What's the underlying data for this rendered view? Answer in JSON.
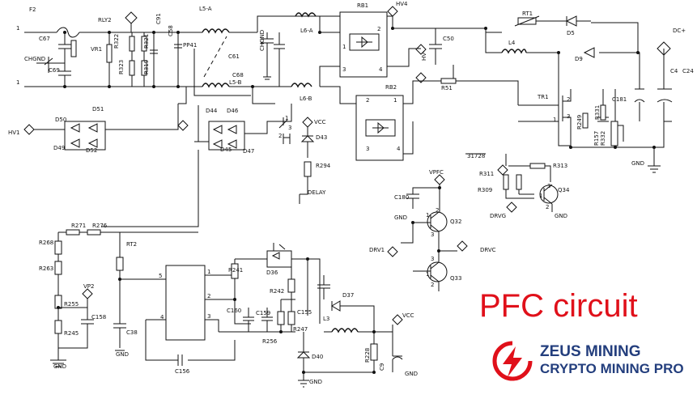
{
  "caption": "PFC circuit",
  "logo": {
    "line1": "ZEUS MINING",
    "line2": "CRYPTO MINING PRO"
  },
  "labels": {
    "F2": "F2",
    "one_top": "1",
    "one_bottom": "1",
    "C67": "C67",
    "CHGND": "CHGND",
    "C69": "C69",
    "VR1": "VR1",
    "RLY2": "RLY2",
    "R322": "R322",
    "R321": "R321",
    "R323": "R323",
    "R319": "R319",
    "C91": "C91",
    "C58": "C58",
    "PP41": "PP41",
    "L5A": "L5-A",
    "C61": "C61",
    "CHGND2": "CHGND",
    "C68": "C68",
    "L5B": "L5-B",
    "L6A": "L6-A",
    "L6B": "L6-B",
    "RB1": "RB1",
    "RB2": "RB2",
    "HV4": "HV4",
    "HVm": "HV-",
    "C50": "C50",
    "R51": "R51",
    "RT1": "RT1",
    "D5": "D5",
    "L4": "L4",
    "D9": "D9",
    "DCp": "DC+",
    "C4": "C4",
    "C24": "C24",
    "TR1": "TR1",
    "C181": "C181",
    "R331": "R331",
    "R249": "R249",
    "R157": "R157",
    "R332": "R332",
    "GND": "GND",
    "R31728": "31728",
    "R311": "R311",
    "R313": "R313",
    "R309": "R309",
    "Q34": "Q34",
    "DRVG": "DRVG",
    "GND2": "GND",
    "VPFC": "VPFC",
    "C180": "C180",
    "GND3": "GND",
    "Q32": "Q32",
    "DRV1": "DRV1",
    "DRVC": "DRVC",
    "Q33": "Q33",
    "HV1": "HV1",
    "D50": "D50",
    "D51": "D51",
    "D49": "D49",
    "D52": "D52",
    "D44": "D44",
    "D46": "D46",
    "D45": "D45",
    "D47": "D47",
    "VCC": "VCC",
    "D43": "D43",
    "R294": "R294",
    "DELAY": "DELAY",
    "R271": "R271",
    "R276": "R276",
    "R268": "R268",
    "R263": "R263",
    "VP2": "VP2",
    "R255": "R255",
    "C158": "C158",
    "R245": "R245",
    "GND4": "GND",
    "RT2": "RT2",
    "C38": "C38",
    "GND5": "GND",
    "R241": "R241",
    "D36": "D36",
    "R242": "R242",
    "C160": "C160",
    "C159": "C159",
    "C155": "C155",
    "R247": "R247",
    "R256": "R256",
    "C156": "C156",
    "D37": "D37",
    "L3": "L3",
    "VCC2": "VCC",
    "D40": "D40",
    "R228": "R228",
    "C9": "C9",
    "GND6": "GND",
    "GND7": "GND",
    "p1a": "1",
    "p2a": "2",
    "p3a": "3",
    "p4a": "4",
    "p1b": "1",
    "p2b": "2",
    "p3b": "3",
    "p4b": "4",
    "u5": "5",
    "u1": "1",
    "u2": "2",
    "u4": "4",
    "u3": "3",
    "q1": "1",
    "q2": "2",
    "q3": "3",
    "q1b": "1",
    "q2b": "2",
    "q3b": "3",
    "q1c": "1",
    "q2c": "2",
    "q3c": "3",
    "tr1": "1",
    "tr2": "2",
    "tr3": "3",
    "k1": "1",
    "k2": "2",
    "k3": "3"
  }
}
